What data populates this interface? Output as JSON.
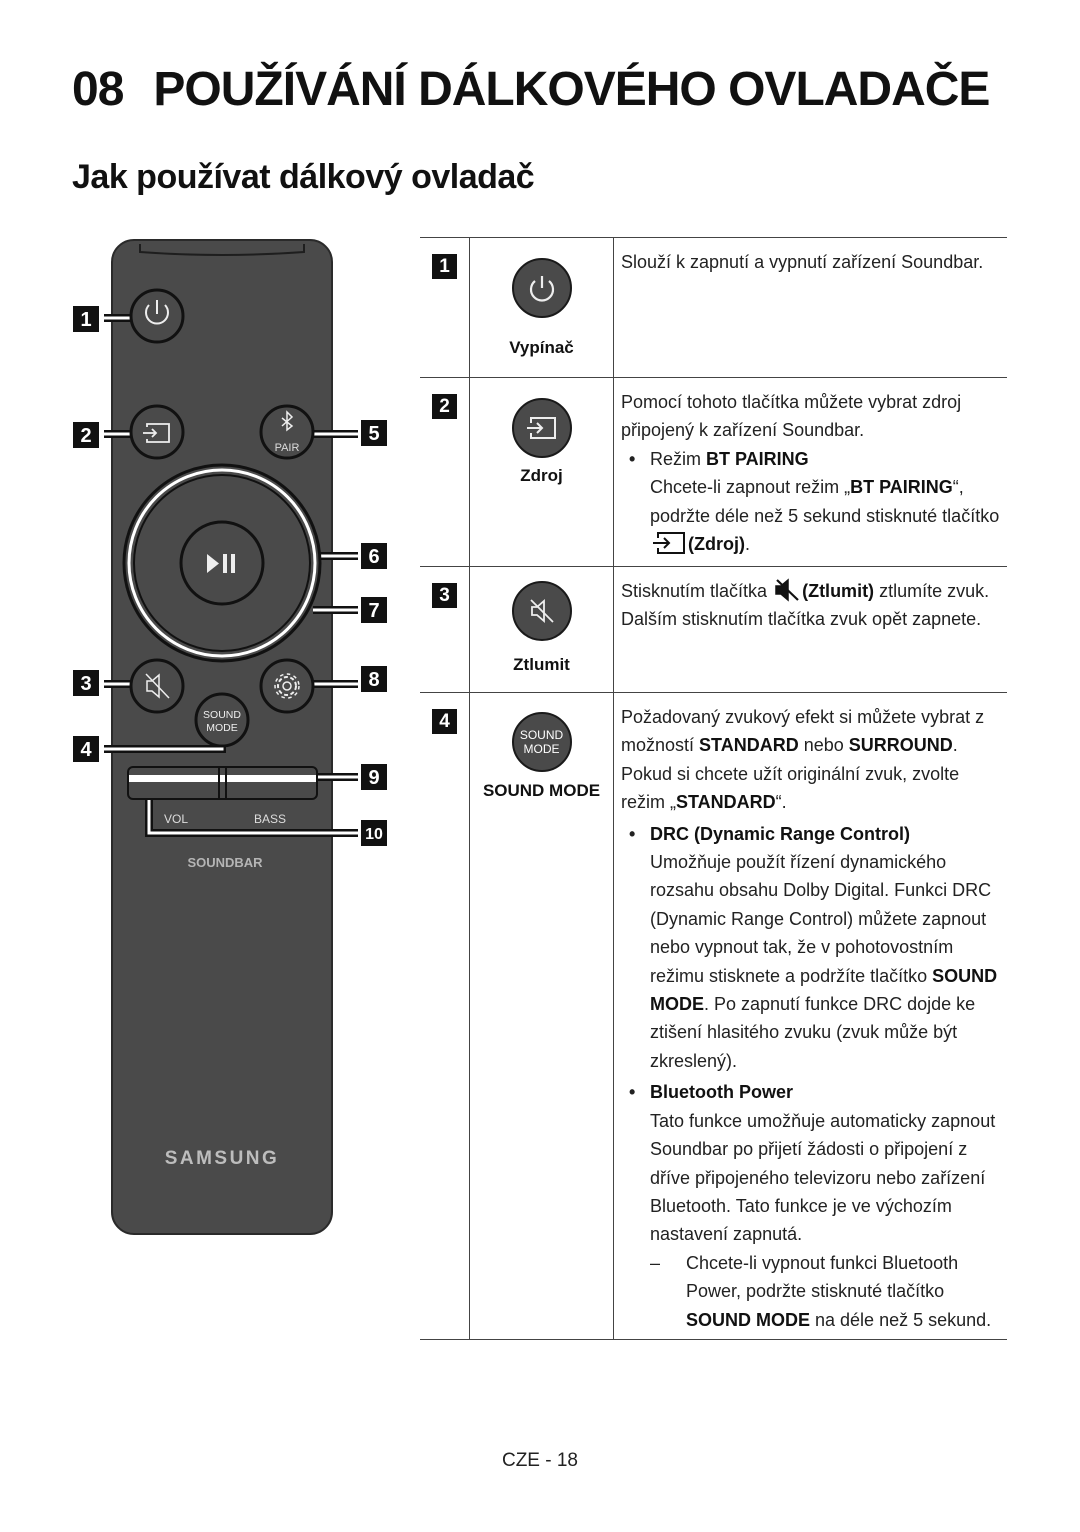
{
  "chapter": {
    "number": "08",
    "title": "POUŽÍVÁNÍ DÁLKOVÉHO OVLADAČE"
  },
  "section_title": "Jak používat dálkový ovladač",
  "remote": {
    "callouts": [
      "1",
      "2",
      "3",
      "4",
      "5",
      "6",
      "7",
      "8",
      "9",
      "10"
    ],
    "pair_label": "PAIR",
    "sound_mode_label_1": "SOUND",
    "sound_mode_label_2": "MODE",
    "vol_label": "VOL",
    "bass_label": "BASS",
    "soundbar_label": "SOUNDBAR",
    "brand_logo": "SAMSUNG",
    "colors": {
      "body": "#4a4a4a",
      "dark": "#1a1a1a",
      "callout": "#111111"
    }
  },
  "table": [
    {
      "number": "1",
      "icon": "power-icon",
      "label": "Vypínač",
      "description": "Slouží k zapnutí a vypnutí zařízení Soundbar."
    },
    {
      "number": "2",
      "icon": "source-icon",
      "label": "Zdroj",
      "description": "Pomocí tohoto tlačítka můžete vybrat zdroj připojený k zařízení Soundbar.",
      "bullet_prefix": "Režim ",
      "bullet_bold": "BT PAIRING",
      "bullet_text_1": "Chcete-li zapnout režim „",
      "bullet_text_bold": "BT PAIRING",
      "bullet_text_2": "“, podržte déle než 5 sekund stisknuté tlačítko",
      "bullet_button": "(Zdroj)",
      "bullet_end": "."
    },
    {
      "number": "3",
      "icon": "mute-icon",
      "label": "Ztlumit",
      "text_1": "Stisknutím tlačítka",
      "text_bold": "(Ztlumit)",
      "text_2": "ztlumíte zvuk. Dalším stisknutím tlačítka zvuk opět zapnete."
    },
    {
      "number": "4",
      "icon": "sound-mode-button",
      "icon_text_1": "SOUND",
      "icon_text_2": "MODE",
      "label": "SOUND MODE",
      "p1_a": "Požadovaný zvukový efekt si můžete vybrat z možností ",
      "p1_b": "STANDARD",
      "p1_c": " nebo ",
      "p1_d": "SURROUND",
      "p1_e": ".",
      "p2_a": "Pokud si chcete užít originální zvuk, zvolte režim „",
      "p2_b": "STANDARD",
      "p2_c": "“.",
      "drc_title": "DRC (Dynamic Range Control)",
      "drc_a": "Umožňuje použít řízení dynamického rozsahu obsahu Dolby Digital. Funkci DRC (Dynamic Range Control) můžete zapnout nebo vypnout tak, že v pohotovostním režimu stisknete a podržíte tlačítko ",
      "drc_b": "SOUND MODE",
      "drc_c": ". Po zapnutí funkce DRC dojde ke ztišení hlasitého zvuku (zvuk může být zkreslený).",
      "bt_title": "Bluetooth Power",
      "bt_text": "Tato funkce umožňuje automaticky zapnout Soundbar po přijetí žádosti o připojení z dříve připojeného televizoru nebo zařízení Bluetooth. Tato funkce je ve výchozím nastavení zapnutá.",
      "dash_a": "Chcete-li vypnout funkci Bluetooth Power, podržte stisknuté tlačítko ",
      "dash_b": "SOUND MODE",
      "dash_c": " na déle než 5 sekund."
    }
  ],
  "footer": "CZE - 18"
}
